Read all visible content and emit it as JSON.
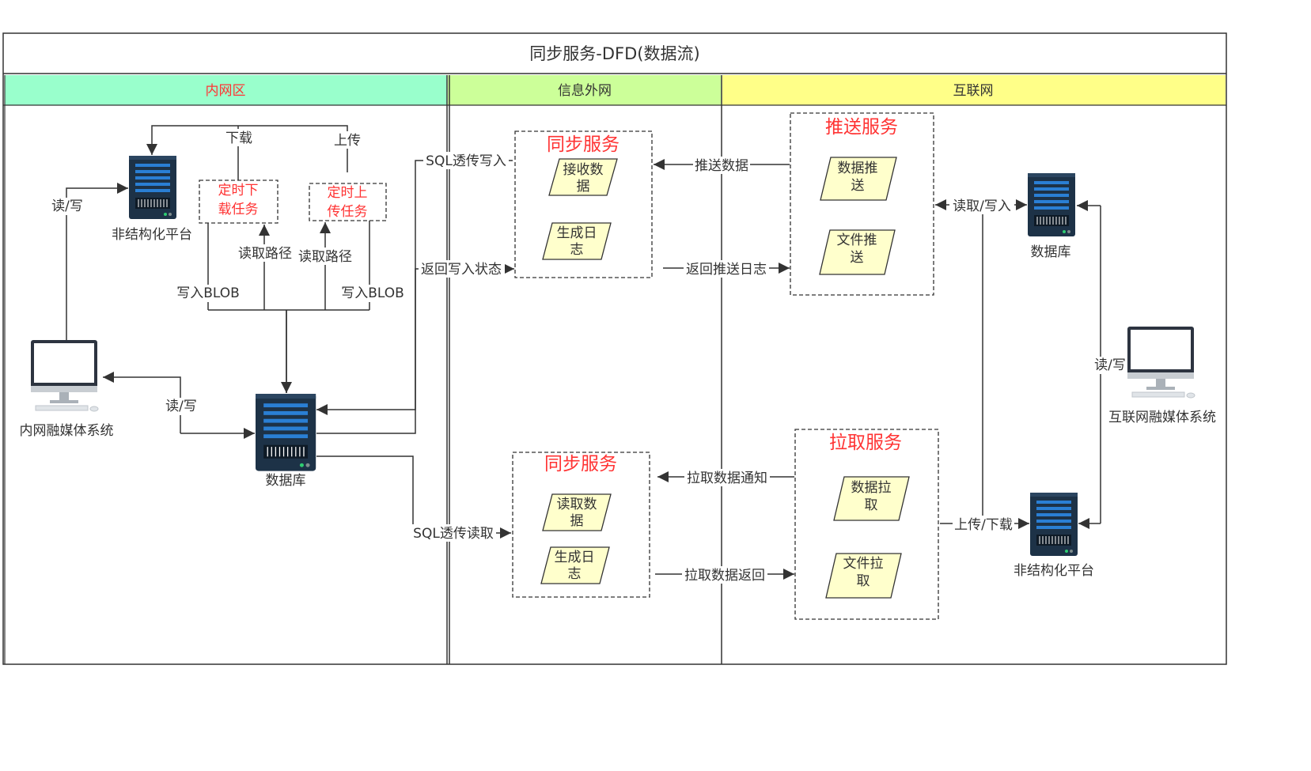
{
  "title": "同步服务-DFD(数据流)",
  "lanes": {
    "intranet": {
      "label": "内网区",
      "color": "#99ffcc",
      "text_color": "#ff3333"
    },
    "extranet": {
      "label": "信息外网",
      "color": "#ccff99"
    },
    "internet": {
      "label": "互联网",
      "color": "#ffff88"
    }
  },
  "colors": {
    "data_box": "#ffffcc",
    "service_title": "#ff3333",
    "server_dark": "#1d3247",
    "server_accent": "#2a7fd4"
  },
  "nodes": {
    "intra_unstructured": "非结构化平台",
    "intra_db": "数据库",
    "intra_media": "内网融媒体系统",
    "task_download": [
      "定时下",
      "载任务"
    ],
    "task_upload": [
      "定时上",
      "传任务"
    ],
    "sync1_title": "同步服务",
    "sync1_recv": [
      "接收数",
      "据"
    ],
    "sync1_log": [
      "生成日",
      "志"
    ],
    "sync2_title": "同步服务",
    "sync2_read": [
      "读取数",
      "据"
    ],
    "sync2_log": [
      "生成日",
      "志"
    ],
    "push_title": "推送服务",
    "push_data": [
      "数据推",
      "送"
    ],
    "push_file": [
      "文件推",
      "送"
    ],
    "pull_title": "拉取服务",
    "pull_data": [
      "数据拉",
      "取"
    ],
    "pull_file": [
      "文件拉",
      "取"
    ],
    "inet_db": "数据库",
    "inet_media": "互联网融媒体系统",
    "inet_unstructured": "非结构化平台"
  },
  "edges": {
    "download": "下载",
    "upload": "上传",
    "rw_unstructured": "读/写",
    "read_path_1": "读取路径",
    "read_path_2": "读取路径",
    "write_blob_1": "写入BLOB",
    "write_blob_2": "写入BLOB",
    "rw_db": "读/写",
    "sql_write": "SQL透传写入",
    "return_status": "返回写入状态",
    "sql_read": "SQL透传读取",
    "push_data": "推送数据",
    "push_log": "返回推送日志",
    "pull_notice": "拉取数据通知",
    "pull_return": "拉取数据返回",
    "inet_rw": "读取/写入",
    "inet_updown": "上传/下载",
    "inet_media_rw": "读/写"
  }
}
